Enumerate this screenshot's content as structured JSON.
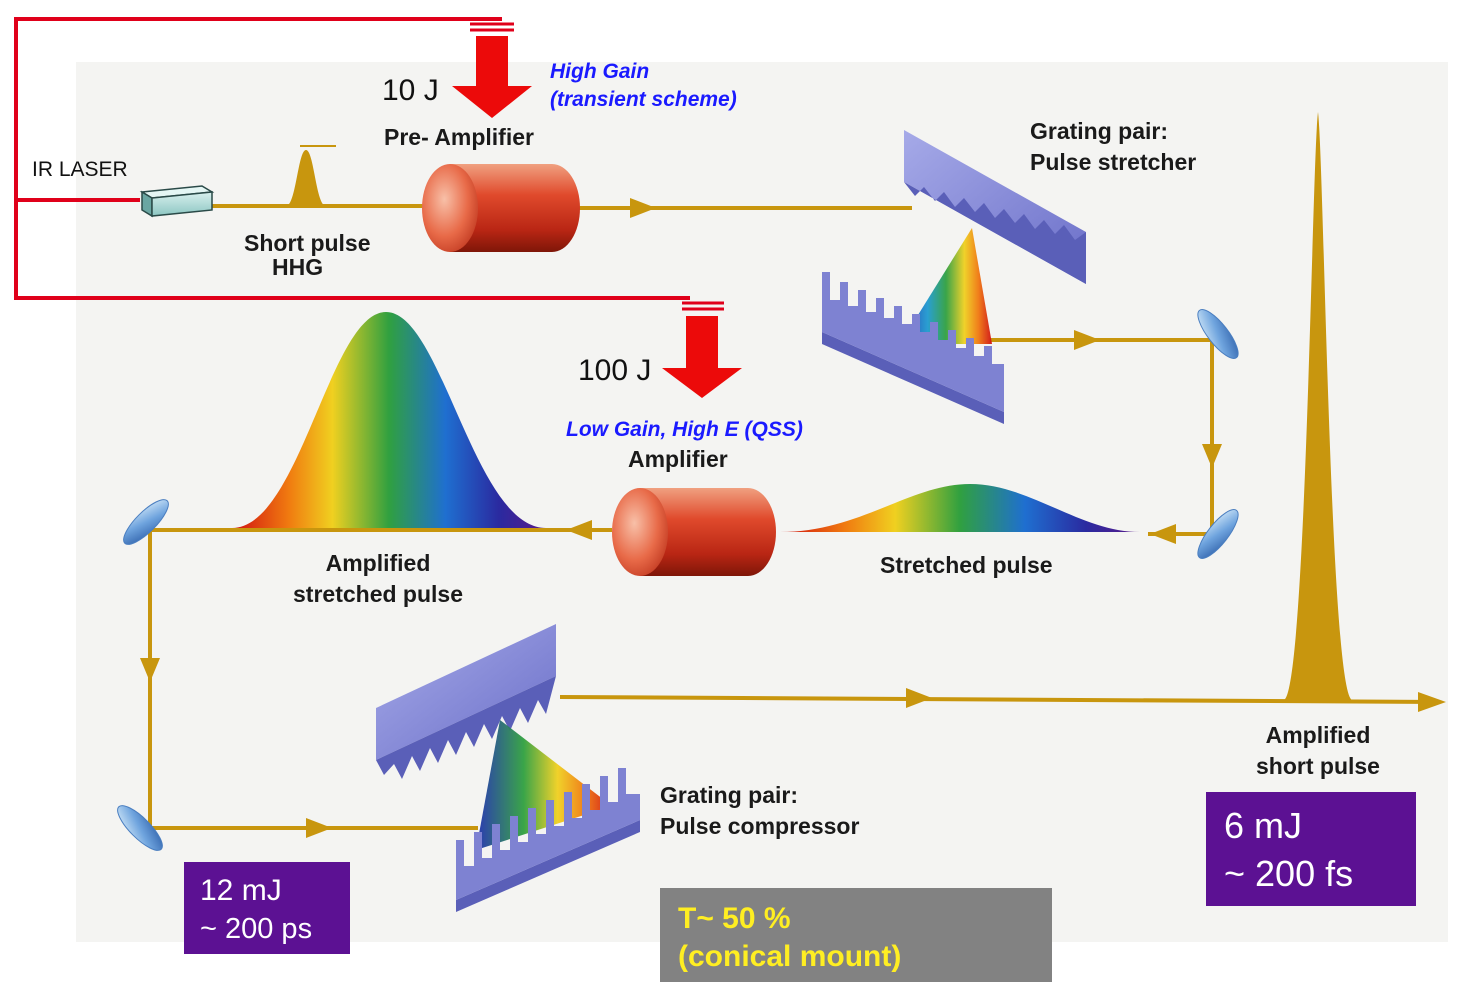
{
  "labels": {
    "ir_laser": "IR LASER",
    "energy_10j": "10 J",
    "energy_100j": "100 J",
    "high_gain_line1": "High Gain",
    "high_gain_line2": "(transient scheme)",
    "low_gain": "Low Gain, High E (QSS)",
    "pre_amplifier": "Pre- Amplifier",
    "amplifier": "Amplifier",
    "short_pulse": "Short pulse",
    "hhg": "HHG",
    "stretcher_line1": "Grating pair:",
    "stretcher_line2": "Pulse stretcher",
    "stretched_pulse": "Stretched pulse",
    "amplified_stretched_line1": "Amplified",
    "amplified_stretched_line2": "stretched pulse",
    "compressor_line1": "Grating pair:",
    "compressor_line2": "Pulse compressor",
    "amplified_short_line1": "Amplified",
    "amplified_short_line2": "short pulse"
  },
  "boxes": {
    "stretched_energy": {
      "line1": "12  mJ",
      "line2": "~ 200 ps"
    },
    "output_energy": {
      "line1": "6 mJ",
      "line2": "~ 200 fs"
    },
    "transmission": {
      "line1": "T~ 50 %",
      "line2": "(conical mount)"
    }
  },
  "colors": {
    "pump_line": "#e0001a",
    "beam": "#c8960e",
    "amplifier_red": "#d93820",
    "grating_blue": "#8a8ed6",
    "mirror_blue": "#6fa4de",
    "box_purple": "#5c1193",
    "box_gray": "#828282",
    "box_gray_text": "#ffee22",
    "label_blue": "#1a1aff"
  }
}
